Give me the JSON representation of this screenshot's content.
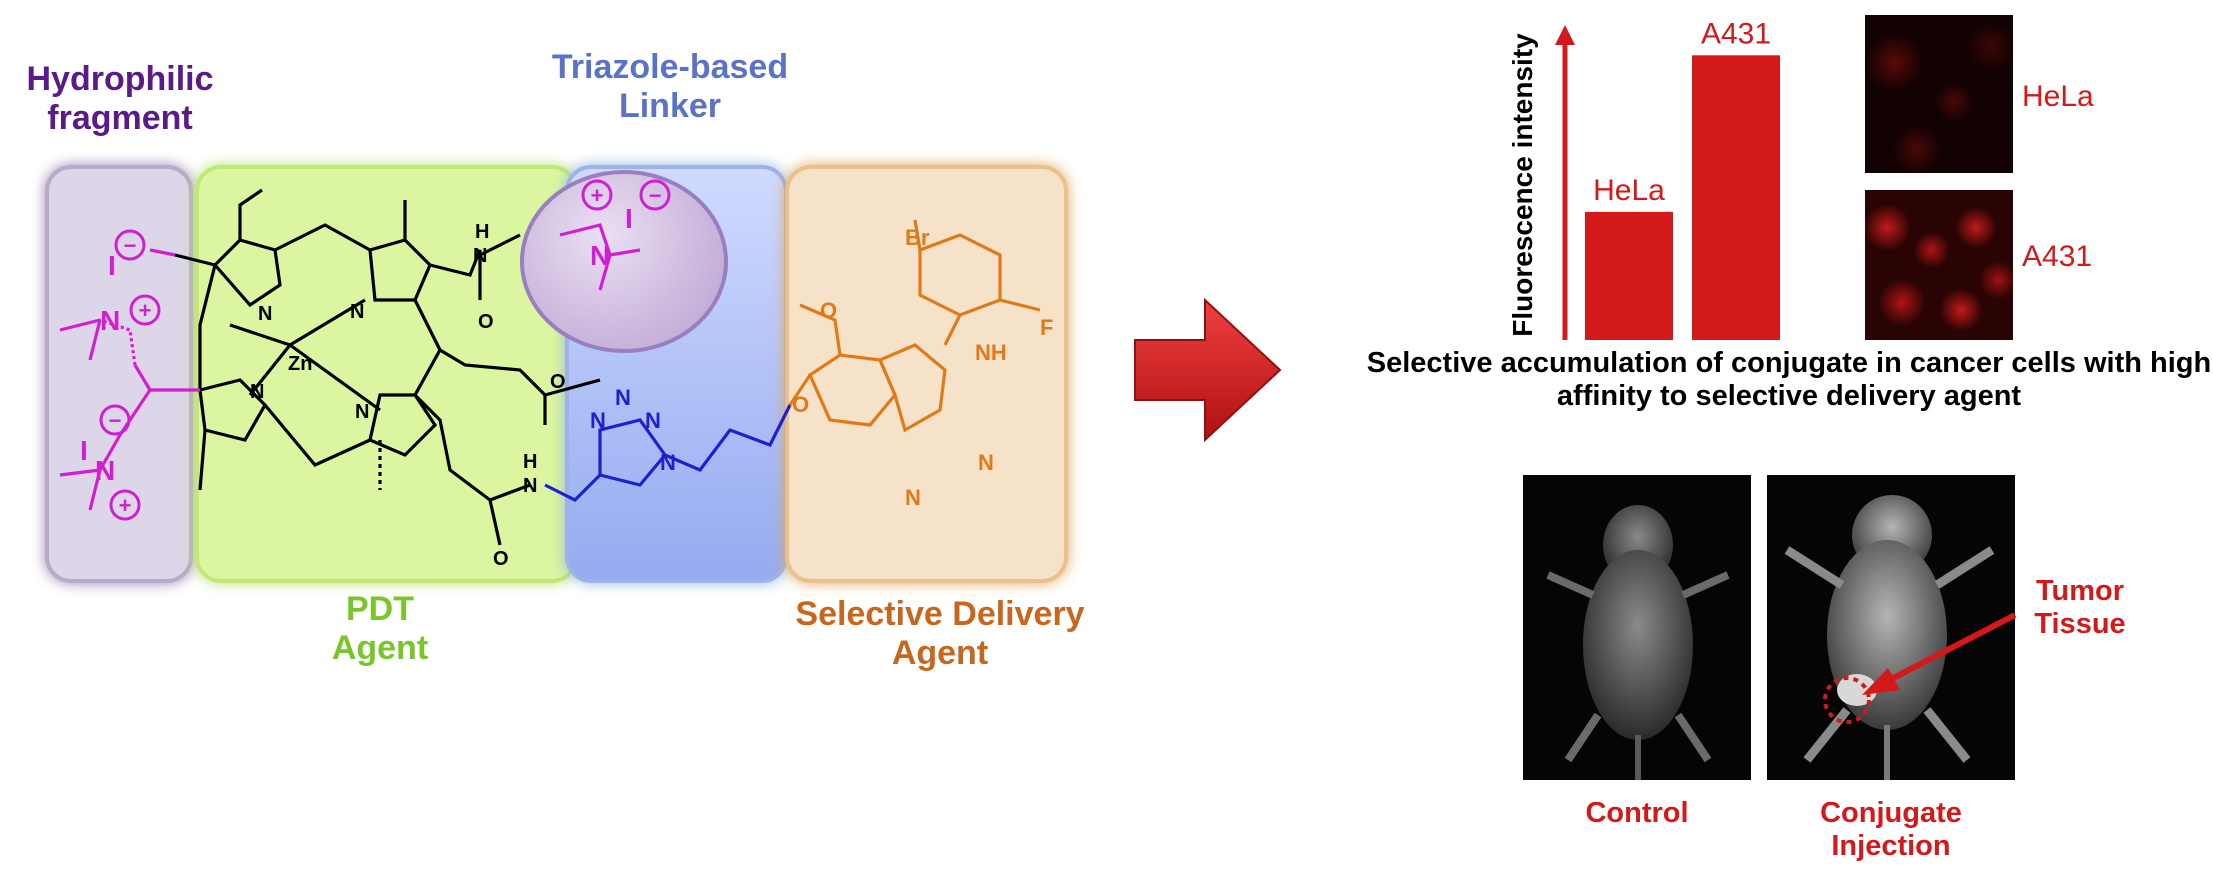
{
  "labels": {
    "hydrophilic": "Hydrophilic fragment",
    "linker": "Triazole-based Linker",
    "pdt": "PDT Agent",
    "delivery": "Selective Delivery Agent"
  },
  "chart_data": {
    "type": "bar",
    "ylabel": "Fluorescence intensity",
    "categories": [
      "HeLa",
      "A431"
    ],
    "values": [
      0.45,
      1.0
    ],
    "ylim": [
      0,
      1.2
    ],
    "title": "",
    "xlabel": ""
  },
  "micrographs": {
    "hela": "HeLa",
    "a431": "A431"
  },
  "caption": "Selective accumulation of conjugate in cancer cells with high affinity to selective delivery agent",
  "mice": {
    "control": "Control",
    "conjugate": "Conjugate Injection",
    "tumor": "Tumor Tissue"
  },
  "atoms": {
    "zn": "Zn",
    "n": "N",
    "h": "H",
    "o": "O",
    "nh": "NH",
    "br": "Br",
    "f": "F",
    "i": "I",
    "plus": "+",
    "minus": "−"
  },
  "colors": {
    "magenta": "#d21ed2",
    "purple_box": "#ddd6e8",
    "green_box": "#dcf5a0",
    "blue_box": "#b6c4f4",
    "orange_box": "#f6e2c8",
    "red": "#d4191b",
    "orange_text": "#c8661e",
    "green_text": "#7ac62a",
    "blue_text": "#5a72c8",
    "purple_text": "#5a1a8a"
  }
}
